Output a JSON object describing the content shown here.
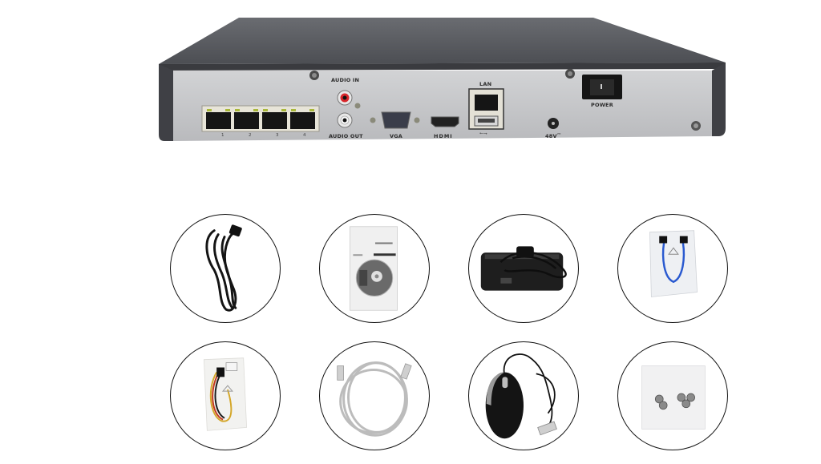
{
  "device": {
    "type": "network-video-recorder-rear-panel",
    "colors": {
      "chassis": "#55575c",
      "panel": "#c9cacc",
      "port_housing": "#e4e1d6",
      "audio_in_ring": "#d8262b"
    },
    "ports": {
      "poe_labels": [
        "1",
        "2",
        "3",
        "4"
      ],
      "audio_in": "AUDIO IN",
      "audio_out": "AUDIO OUT",
      "vga": "VGA",
      "hdmi": "HDMI",
      "lan": "LAN",
      "usb": "⭠⭢",
      "dc_in": "48V",
      "dc_symbol": "⎓",
      "power": "POWER"
    }
  },
  "accessories": [
    {
      "id": "power-cord",
      "row": 1,
      "col": 1
    },
    {
      "id": "manual-and-cd",
      "row": 1,
      "col": 2
    },
    {
      "id": "power-adapter",
      "row": 1,
      "col": 3
    },
    {
      "id": "sata-cable",
      "row": 1,
      "col": 4
    },
    {
      "id": "sata-power-cable",
      "row": 2,
      "col": 1
    },
    {
      "id": "ethernet-cable",
      "row": 2,
      "col": 2
    },
    {
      "id": "usb-mouse",
      "row": 2,
      "col": 3
    },
    {
      "id": "screws",
      "row": 2,
      "col": 4
    }
  ]
}
